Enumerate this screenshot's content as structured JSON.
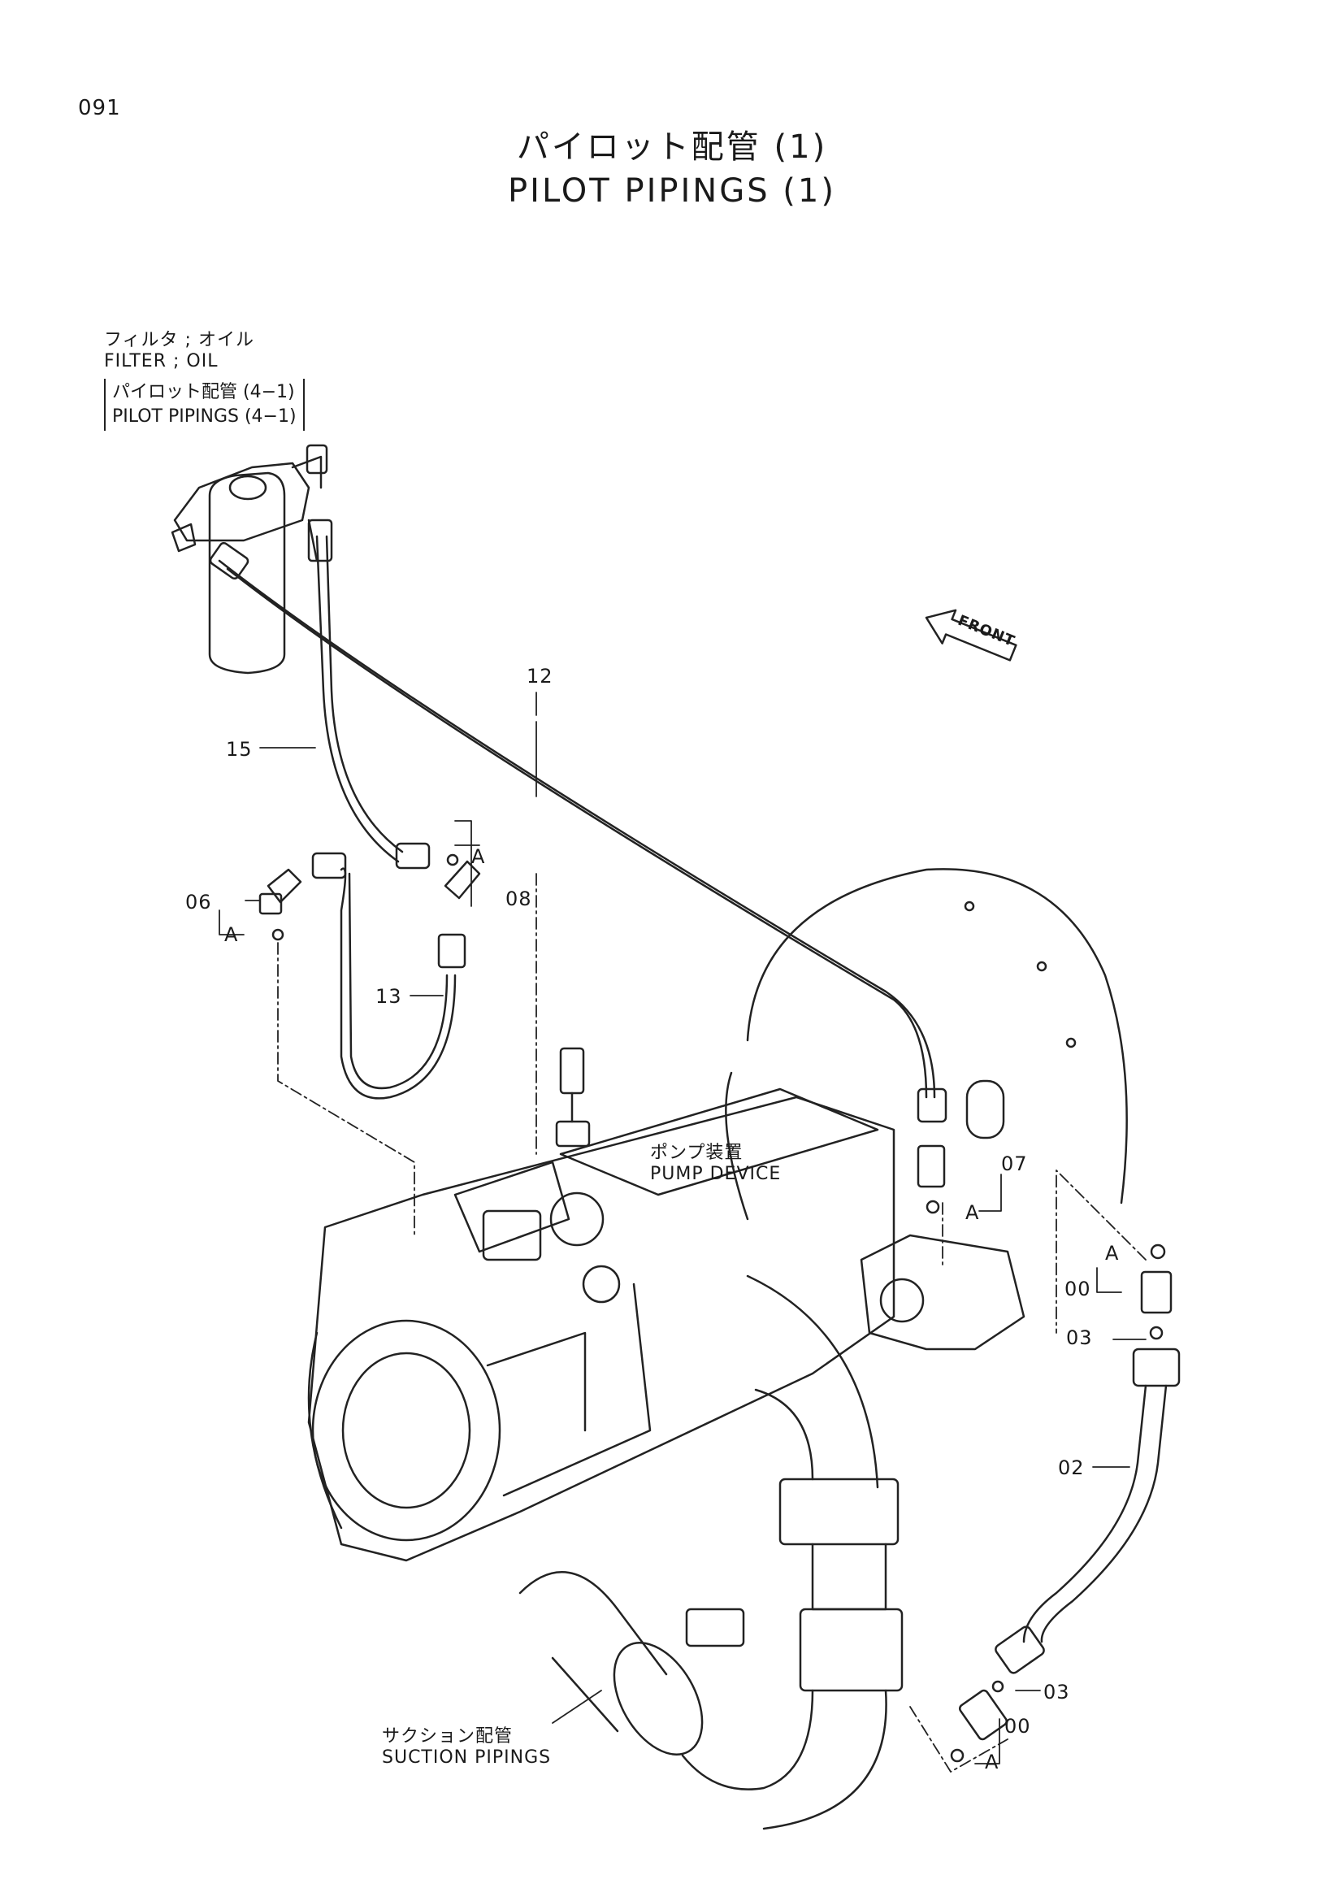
{
  "header": {
    "page_id": "091",
    "title_jp": "パイロット配管 (1)",
    "title_en": "PILOT PIPINGS (1)"
  },
  "callouts": {
    "filter_jp": "フィルタ ; オイル",
    "filter_en": "FILTER ; OIL",
    "filter_ref_jp": "パイロット配管 (4−1)",
    "filter_ref_en": "PILOT PIPINGS (4−1)",
    "pump_jp": "ポンプ装置",
    "pump_en": "PUMP DEVICE",
    "suction_jp": "サクション配管",
    "suction_en": "SUCTION PIPINGS",
    "front": "FRONT"
  },
  "part_numbers": {
    "p12": "12",
    "p15": "15",
    "p06": "06",
    "p08": "08",
    "p13": "13",
    "p07": "07",
    "p00_upper": "00",
    "p03_upper": "03",
    "p02": "02",
    "p03_lower": "03",
    "p00_lower": "00"
  },
  "detail_markers": {
    "a1": "A",
    "a2": "A",
    "a3": "A",
    "a4": "A",
    "a5": "A"
  }
}
